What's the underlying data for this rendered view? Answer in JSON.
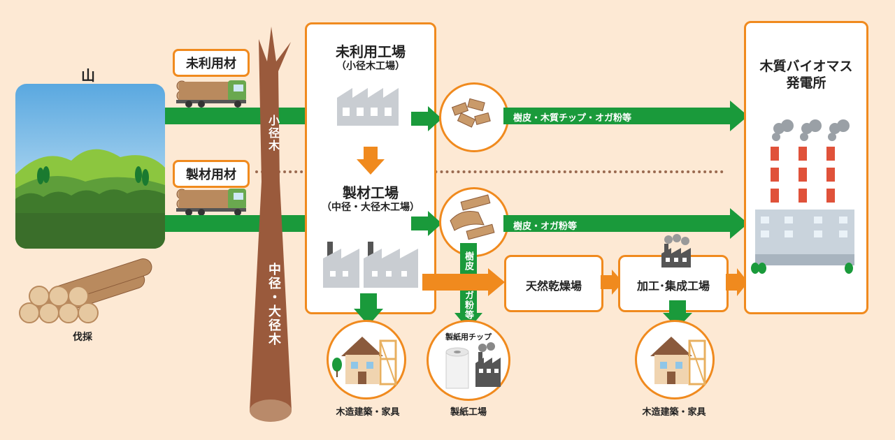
{
  "mountain": {
    "title": "山"
  },
  "harvest": {
    "label": "伐採"
  },
  "tags": {
    "unused_timber": "未利用材",
    "lumber_timber": "製材用材"
  },
  "trunk": {
    "small": "小径木",
    "large": "中径・大径木"
  },
  "factories": {
    "unused": {
      "title": "未利用工場",
      "subtitle": "（小径木工場）"
    },
    "lumber": {
      "title": "製材工場",
      "subtitle": "（中径・大径木工場）"
    },
    "drying": {
      "title": "天然乾燥場"
    },
    "processing": {
      "title": "加工･集成工場"
    }
  },
  "power_plant": {
    "title_line1": "木質バイオマス",
    "title_line2": "発電所"
  },
  "flows": {
    "bark_chip_sawdust": "樹皮・木質チップ・オガ粉等",
    "bark_sawdust": "樹皮・オガ粉等",
    "vertical_bark_sawdust": "樹皮・オガ粉等"
  },
  "outputs": {
    "housing_1": "木造建築・家具",
    "paper_chip": "製紙用チップ",
    "paper_mill": "製紙工場",
    "housing_2": "木造建築・家具"
  },
  "colors": {
    "orange": "#f08a1e",
    "green": "#1a9a3b",
    "brown": "#9a5a3c",
    "bg": "#fde9d4"
  }
}
